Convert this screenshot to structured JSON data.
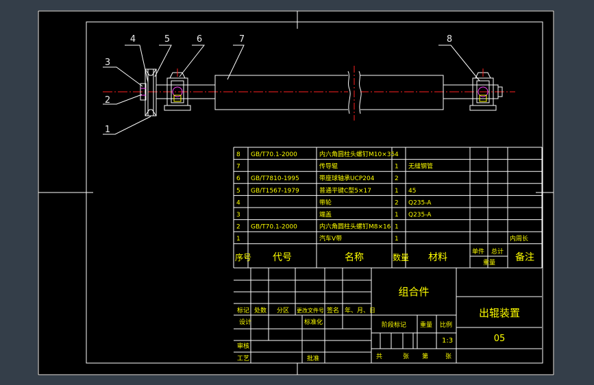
{
  "callouts": [
    "4",
    "5",
    "6",
    "7",
    "3",
    "2",
    "1",
    "8"
  ],
  "bom": {
    "rows": [
      {
        "no": "8",
        "code": "GB/T70.1-2000",
        "name": "内六角圆柱头螺钉M10×35",
        "qty": "4",
        "material": "",
        "unit_mass": "",
        "total_mass": "",
        "note": ""
      },
      {
        "no": "7",
        "code": "",
        "name": "传导辊",
        "qty": "1",
        "material": "无缝钢管",
        "unit_mass": "",
        "total_mass": "",
        "note": ""
      },
      {
        "no": "6",
        "code": "GB/T7810-1995",
        "name": "带座球轴承UCP204",
        "qty": "2",
        "material": "",
        "unit_mass": "",
        "total_mass": "",
        "note": ""
      },
      {
        "no": "5",
        "code": "GB/T1567-1979",
        "name": "普通平键C型5×17",
        "qty": "1",
        "material": "45",
        "unit_mass": "",
        "total_mass": "",
        "note": ""
      },
      {
        "no": "4",
        "code": "",
        "name": "带轮",
        "qty": "2",
        "material": "Q235-A",
        "unit_mass": "",
        "total_mass": "",
        "note": ""
      },
      {
        "no": "3",
        "code": "",
        "name": "端盖",
        "qty": "1",
        "material": "Q235-A",
        "unit_mass": "",
        "total_mass": "",
        "note": ""
      },
      {
        "no": "2",
        "code": "GB/T70.1-2000",
        "name": "内六角圆柱头螺钉M8×16",
        "qty": "1",
        "material": "",
        "unit_mass": "",
        "total_mass": "",
        "note": ""
      },
      {
        "no": "1",
        "code": "",
        "name": "汽车V带",
        "qty": "1",
        "material": "",
        "unit_mass": "",
        "total_mass": "",
        "note": "内周长"
      }
    ],
    "header": {
      "no": "序号",
      "code": "代号",
      "name": "名称",
      "qty": "数量",
      "material": "材料",
      "unit": "单件",
      "total": "总计",
      "mass": "重量",
      "note": "备注"
    }
  },
  "title_block": {
    "mark": "标记",
    "count": "处数",
    "zone": "分区",
    "change_doc": "更改文件号",
    "signature": "签名",
    "date": "年、月、日",
    "design": "设计",
    "standardize": "标准化",
    "review": "审核",
    "process": "工艺",
    "approve": "批准",
    "stage_mark": "阶段标记",
    "weight": "重量",
    "scale_label": "比例",
    "scale": "1:3",
    "total_label": "共",
    "sheet_unit": "张",
    "sheet_label": "第",
    "assembly": "组合件",
    "drawing_name": "出辊装置",
    "drawing_no": "05"
  }
}
